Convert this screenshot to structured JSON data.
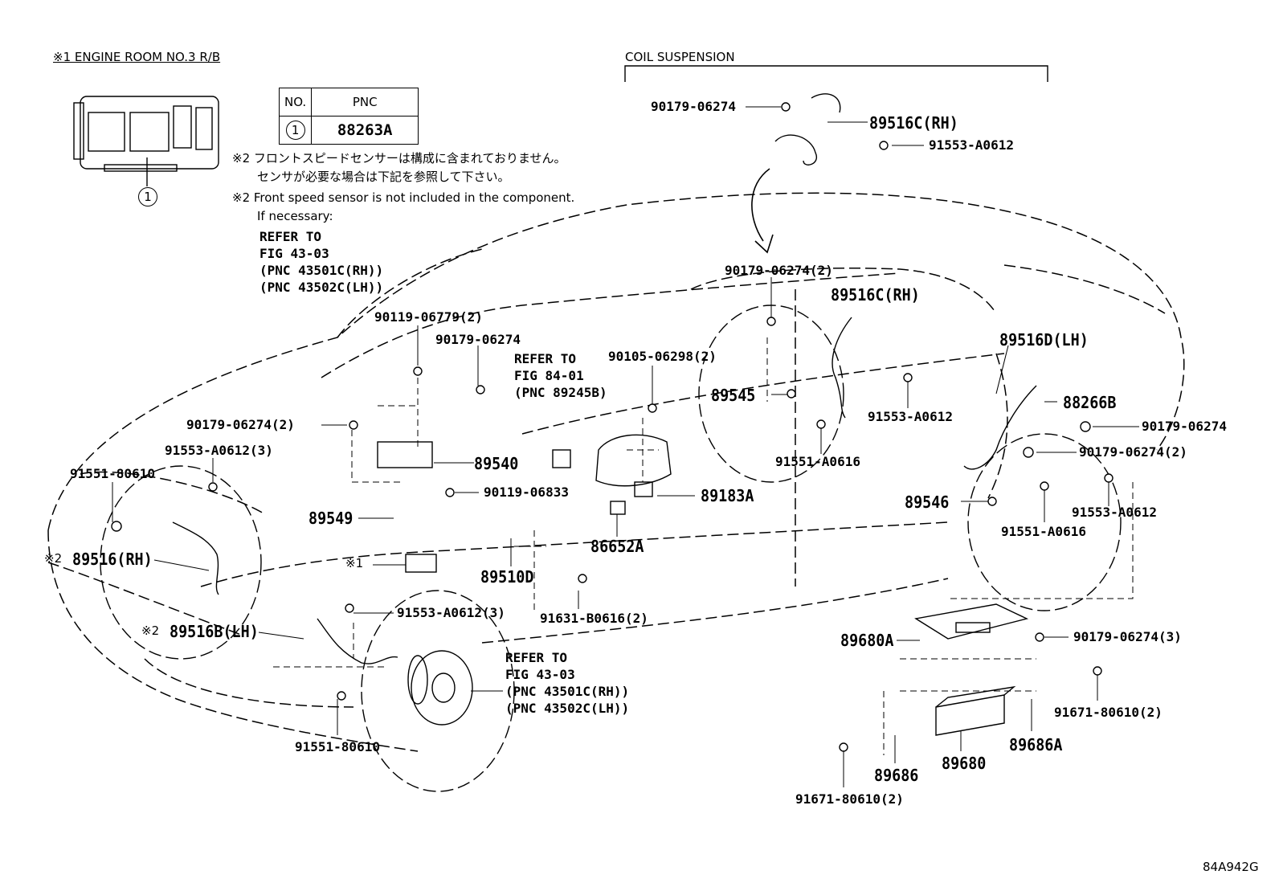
{
  "header": {
    "relay_box_note": "※1 ENGINE ROOM NO.3 R/B",
    "coil_suspension": "COIL SUSPENSION",
    "box_callout": "1"
  },
  "pnc_table": {
    "col_no": "NO.",
    "col_pnc": "PNC",
    "row_no": "1",
    "row_pnc": "88263A"
  },
  "notes": {
    "jp_line1": "※2 フロントスピードセンサーは構成に含まれておりません。",
    "jp_line2": "センサが必要な場合は下記を参照して下さい。",
    "en_line1": "※2 Front speed sensor is not included in the component.",
    "en_line2": "If necessary:",
    "refer1": [
      "REFER TO",
      "FIG 43-03",
      "(PNC 43501C(RH))",
      "(PNC 43502C(LH))"
    ],
    "refer2": [
      "REFER TO",
      "FIG 84-01",
      "(PNC 89245B)"
    ],
    "refer3": [
      "REFER TO",
      "FIG 43-03",
      "(PNC 43501C(RH))",
      "(PNC 43502C(LH))"
    ]
  },
  "labels": {
    "c1": "90179-06274",
    "c2": "89516C(RH)",
    "c3": "91553-A0612",
    "c4": "90179-06274(2)",
    "c5": "89516C(RH)",
    "c6": "89516D(LH)",
    "c7": "89545",
    "c8": "91553-A0612",
    "c9": "88266B",
    "c10": "90179-06274",
    "c11": "90179-06274(2)",
    "c12": "91551-A0616",
    "c13": "89546",
    "c14": "91553-A0612",
    "c15": "91551-A0616",
    "c16": "90119-06779(2)",
    "c17": "90179-06274",
    "c18": "90105-06298(2)",
    "c19": "90179-06274(2)",
    "c20": "91553-A0612(3)",
    "c21": "91551-80610",
    "c22": "89540",
    "c23": "90119-06833",
    "c24": "89183A",
    "c25": "89549",
    "c26": "86652A",
    "c27": "※2",
    "c28": "89516(RH)",
    "c29": "※1",
    "c30": "89510D",
    "c31": "91553-A0612(3)",
    "c32": "91631-B0616(2)",
    "c33": "※2",
    "c34": "89516B(LH)",
    "c35": "91551-80610",
    "c36": "89680A",
    "c37": "90179-06274(3)",
    "c38": "91671-80610(2)",
    "c39": "89686A",
    "c40": "89680",
    "c41": "89686",
    "c42": "91671-80610(2)",
    "c43": "84A942G"
  }
}
